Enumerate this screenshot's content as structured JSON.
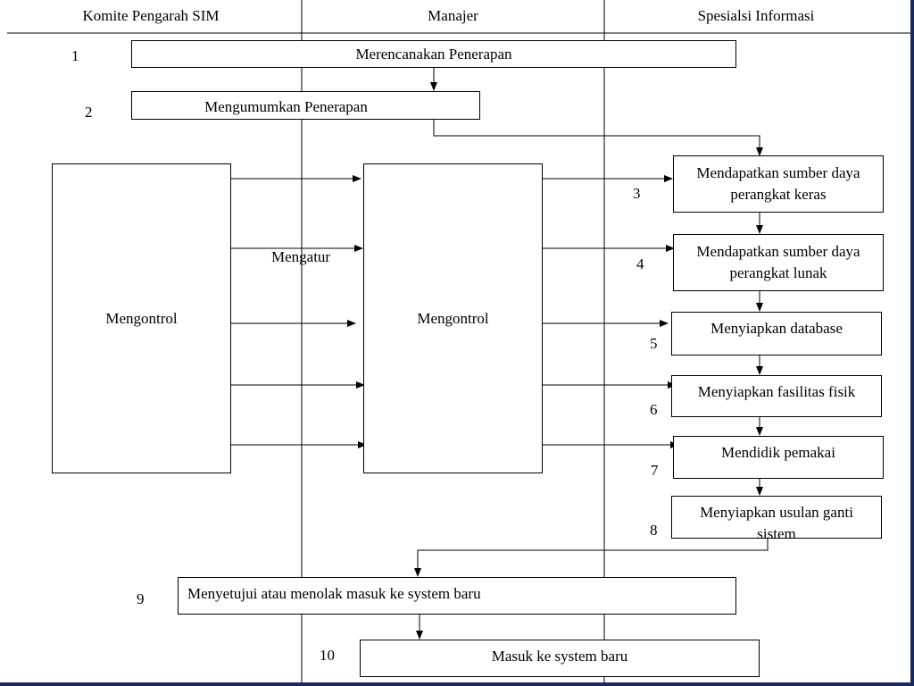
{
  "lanes": [
    "Komite Pengarah SIM",
    "Manajer",
    "Spesialsi Informasi"
  ],
  "steps": {
    "s1": {
      "num": "1",
      "label": "Merencanakan Penerapan"
    },
    "s2": {
      "num": "2",
      "label": "Mengumumkan Penerapan"
    },
    "s3": {
      "num": "3",
      "label": "Mendapatkan sumber daya perangkat keras"
    },
    "s4": {
      "num": "4",
      "label": "Mendapatkan sumber daya perangkat lunak"
    },
    "s5": {
      "num": "5",
      "label": "Menyiapkan database"
    },
    "s6": {
      "num": "6",
      "label": "Menyiapkan fasilitas fisik"
    },
    "s7": {
      "num": "7",
      "label": "Mendidik pemakai"
    },
    "s8": {
      "num": "8",
      "label": "Menyiapkan usulan ganti sistem"
    },
    "s9": {
      "num": "9",
      "label": "Menyetujui atau menolak masuk ke system baru"
    },
    "s10": {
      "num": "10",
      "label": "Masuk ke system baru"
    }
  },
  "control_left": "Mengontrol",
  "control_mid": "Mengontrol",
  "mengatur": "Mengatur"
}
